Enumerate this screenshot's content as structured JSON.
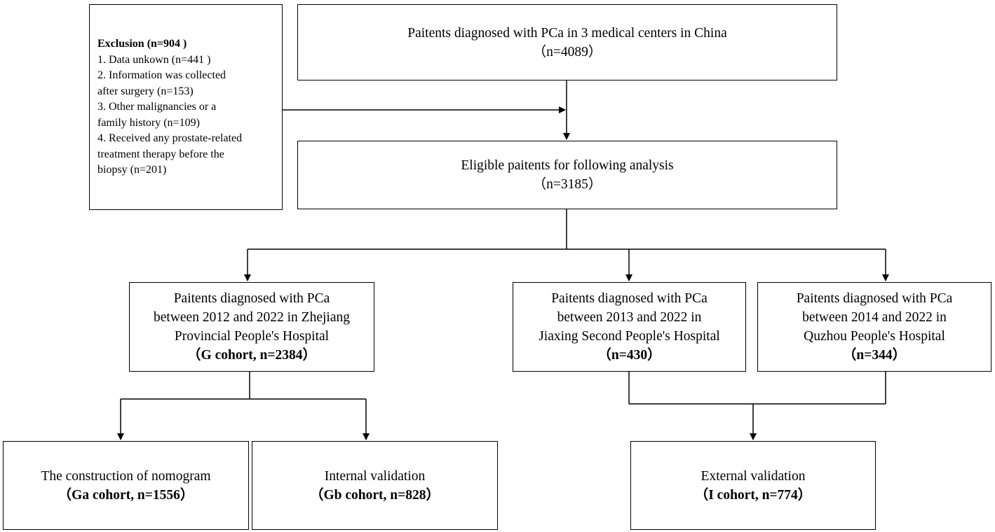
{
  "exclusion": {
    "title": "Exclusion (n=904 )",
    "lines": [
      "1. Data unkown (n=441 )",
      "2. Information was collected",
      "after surgery (n=153)",
      "3. Other malignancies or a",
      "family history (n=109)",
      "4. Received any prostate-related",
      "treatment therapy before the",
      "biopsy (n=201)"
    ]
  },
  "diagnosed": {
    "line1": "Paitents diagnosed with PCa in 3 medical centers in China",
    "line2": "（n=4089）"
  },
  "eligible": {
    "line1": "Eligible paitents for following analysis",
    "line2": "（n=3185）"
  },
  "zhejiang": {
    "line1": "Paitents diagnosed with PCa",
    "line2": "between 2012 and 2022 in Zhejiang",
    "line3": "Provincial People's Hospital",
    "line4": "（G cohort, n=2384）"
  },
  "jiaxing": {
    "line1": "Paitents diagnosed with PCa",
    "line2": "between 2013 and 2022 in",
    "line3": "Jiaxing Second People's Hospital",
    "line4": "（n=430）"
  },
  "quzhou": {
    "line1": "Paitents diagnosed with PCa",
    "line2": "between 2014 and 2022 in",
    "line3": "Quzhou People's Hospital",
    "line4": "（n=344）"
  },
  "ga": {
    "line1": "The construction of nomogram",
    "line2": "（Ga cohort, n=1556）"
  },
  "gb": {
    "line1": "Internal validation",
    "line2": "（Gb cohort, n=828）"
  },
  "external": {
    "line1": "External validation",
    "line2": "（I cohort, n=774）"
  },
  "colors": {
    "stroke": "#000000",
    "background": "#ffffff"
  }
}
